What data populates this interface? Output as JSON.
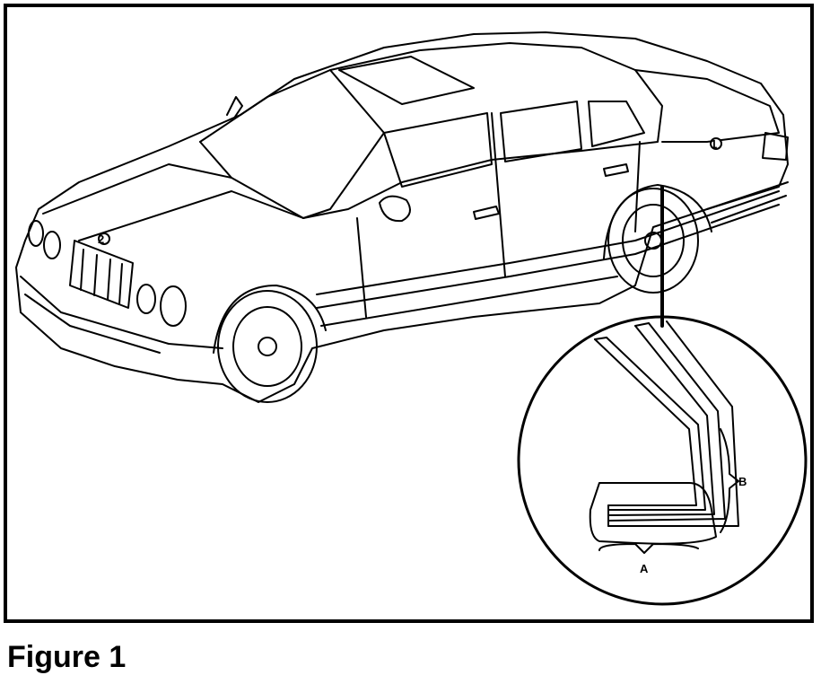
{
  "figure": {
    "caption": "Figure 1"
  },
  "callouts": {
    "front_marker": "2",
    "rear_marker": "1",
    "detail_label_a": "A",
    "detail_label_b": "B"
  },
  "colors": {
    "line": "#000000",
    "background": "#ffffff"
  }
}
